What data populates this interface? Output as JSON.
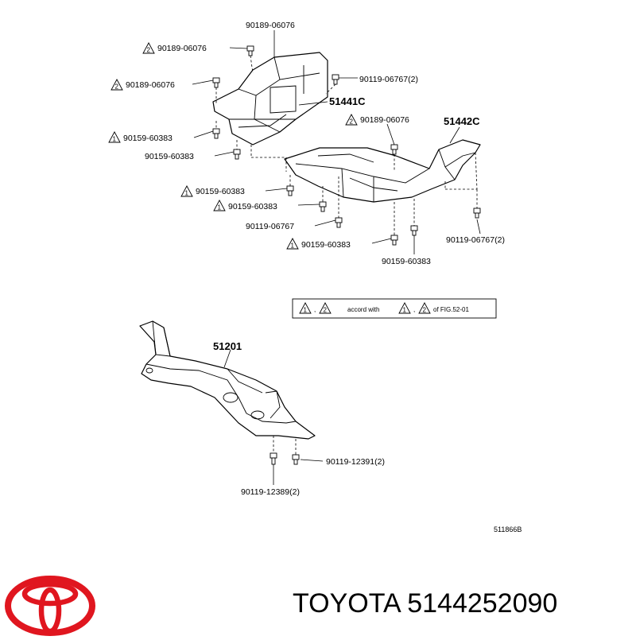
{
  "labels": {
    "l1": "90189-06076",
    "l2": "90189-06076",
    "l3": "90189-06076",
    "l4": "90119-06767(2)",
    "l5": "51441C",
    "l6": "90189-06076",
    "l7": "51442C",
    "l8": "90159-60383",
    "l9": "90159-60383",
    "l10": "90159-60383",
    "l11": "90159-60383",
    "l12": "90119-06767",
    "l13": "90159-60383",
    "l14": "90119-06767(2)",
    "l15": "90159-60383",
    "l16": "51201",
    "l17": "90119-12391(2)",
    "l18": "90119-12389(2)"
  },
  "markers": {
    "one": "1",
    "two": "2"
  },
  "note": {
    "text": "accord with",
    "ref": "of FIG.52-01"
  },
  "diagram_ref": "511866B",
  "brand": {
    "text": "TOYOTA 5144252090",
    "logo_color": "#e0161f"
  }
}
